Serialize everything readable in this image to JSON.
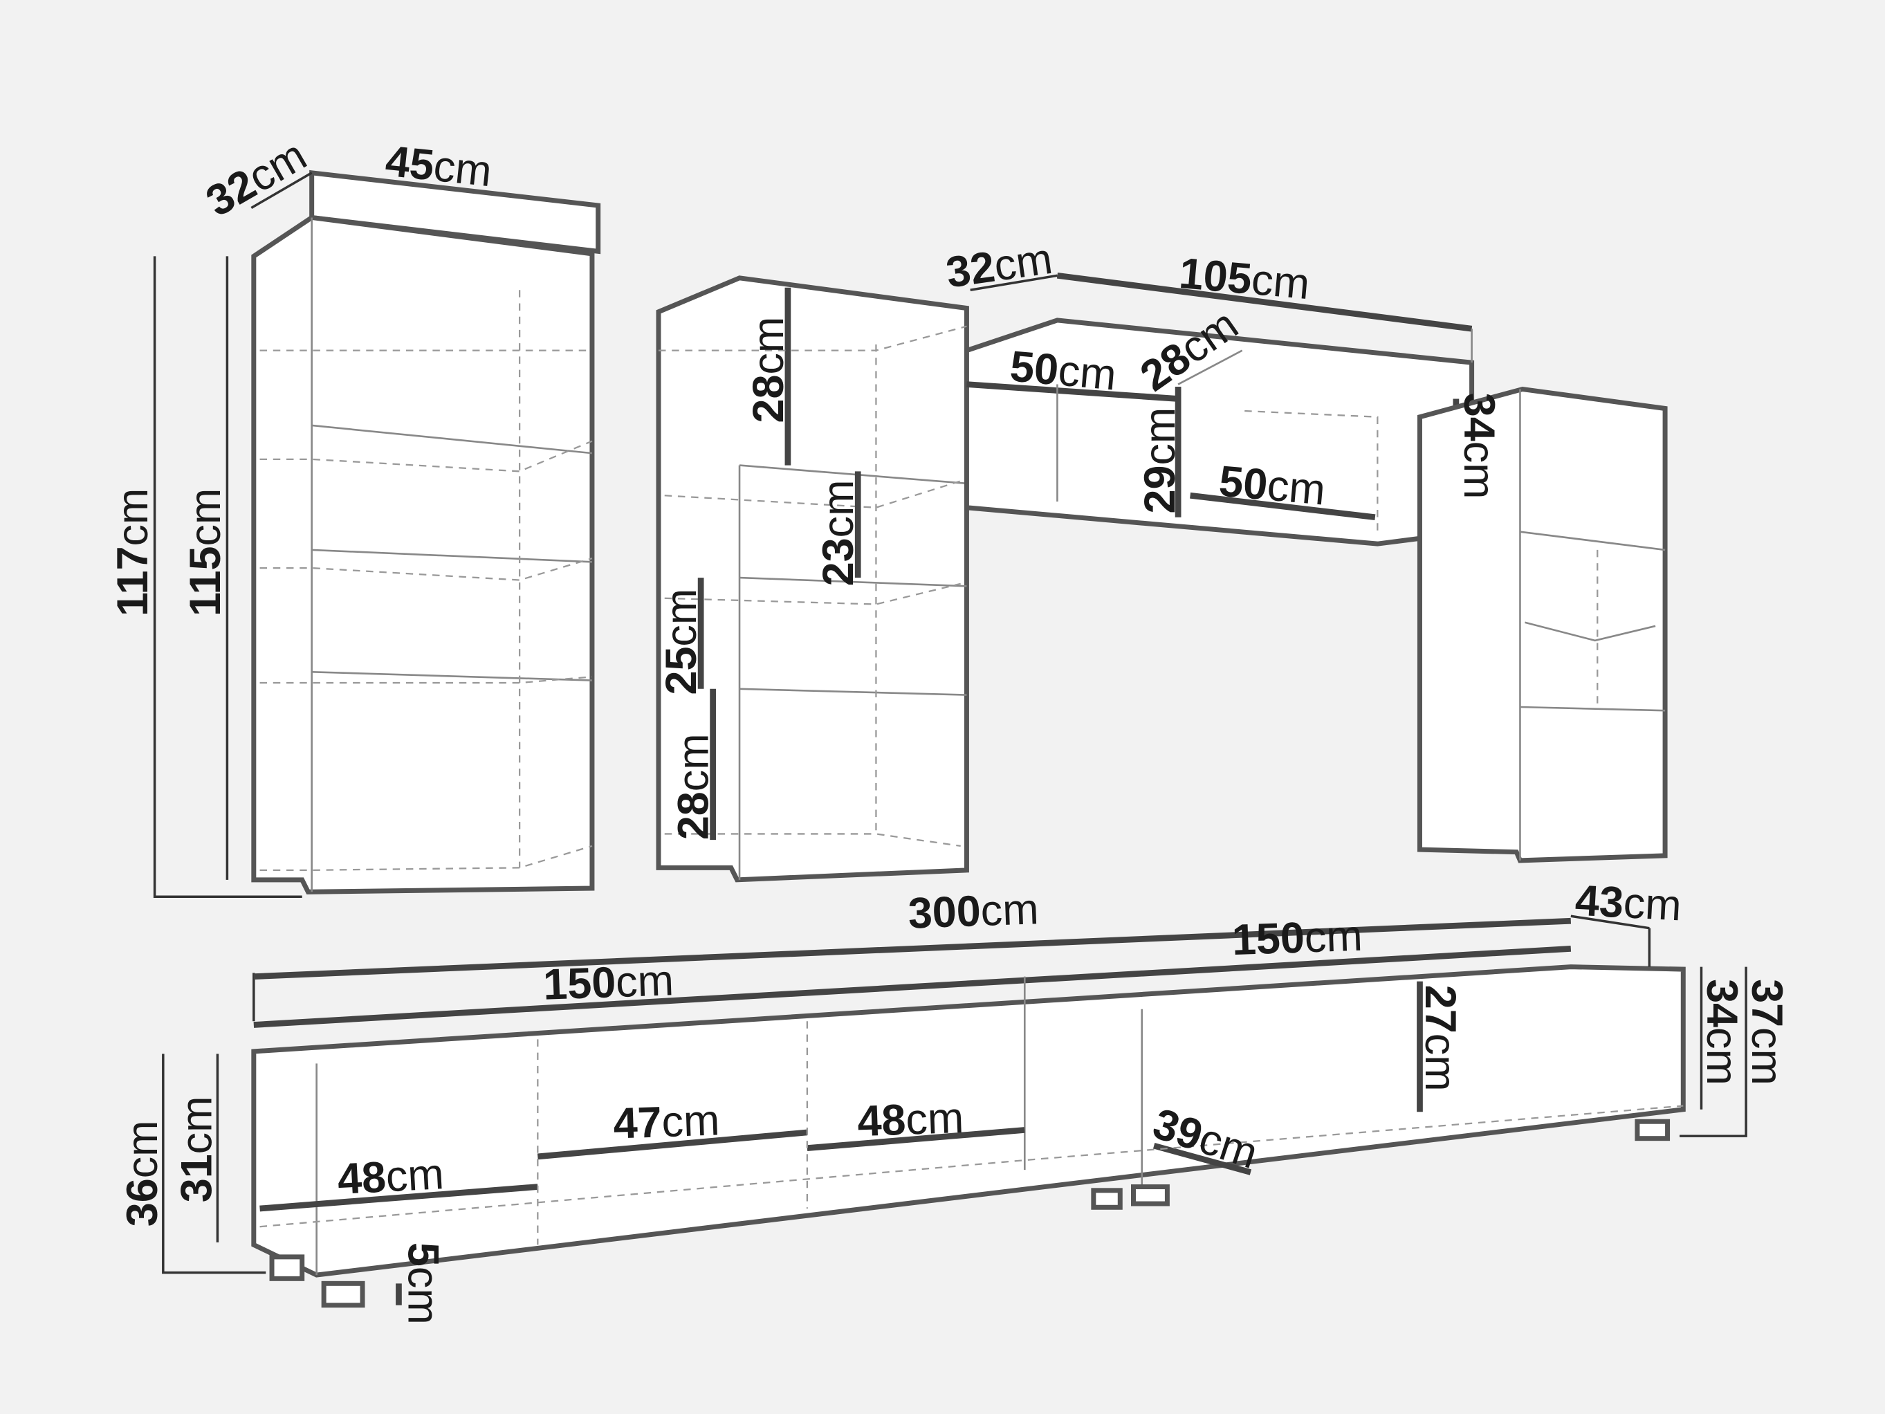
{
  "title": "Wall unit furniture set dimensions",
  "unit": "cm",
  "dimensions": {
    "tall_cabinet_depth": "32",
    "tall_cabinet_width": "45",
    "tall_cabinet_total_height": "117",
    "tall_cabinet_body_height": "115",
    "wall_shelf_depth": "32",
    "wall_shelf_width": "105",
    "wall_shelf_inner_left": "50",
    "wall_shelf_inner_depth": "28",
    "wall_shelf_inner_height": "29",
    "wall_shelf_inner_right": "50",
    "wall_shelf_height": "34",
    "mid_tower_top_comp": "28",
    "mid_tower_mid_comp": "23",
    "mid_tower_low_comp": "25",
    "mid_tower_bottom_comp": "28",
    "tv_total_width": "300",
    "tv_depth": "43",
    "tv_right_width": "150",
    "tv_left_width": "150",
    "tv_inner_height": "27",
    "tv_body_height": "34",
    "tv_total_height_right": "37",
    "tv_total_height_left": "36",
    "tv_body_height_left": "31",
    "tv_comp_1": "48",
    "tv_comp_2": "47",
    "tv_comp_3": "48",
    "tv_comp_depth": "39",
    "tv_leg_height": "5"
  }
}
